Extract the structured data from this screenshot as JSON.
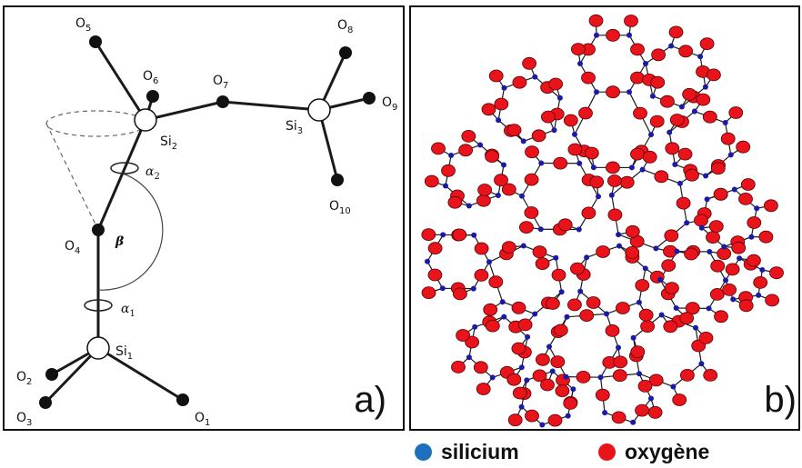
{
  "panel_a": {
    "letter": "a)",
    "atoms": {
      "o5": "O5",
      "o6": "O6",
      "o7": "O7",
      "o8": "O8",
      "o9": "O9",
      "o10": "O10",
      "si2": "Si2",
      "si3": "Si3",
      "o4": "O4",
      "si1": "Si1",
      "o2": "O2",
      "o3": "O3",
      "o1": "O1"
    },
    "angles": {
      "alpha2": "α2",
      "beta": "β",
      "alpha1": "α1"
    }
  },
  "panel_b": {
    "letter": "b)"
  },
  "legend": {
    "silicium": {
      "label": "silicium",
      "color": "#1f6fbf"
    },
    "oxygene": {
      "label": "oxygène",
      "color": "#e8131b"
    }
  },
  "colors": {
    "si_node": "#1a1aa6",
    "o_node": "#e8131b",
    "bond": "#1a1a1a"
  }
}
